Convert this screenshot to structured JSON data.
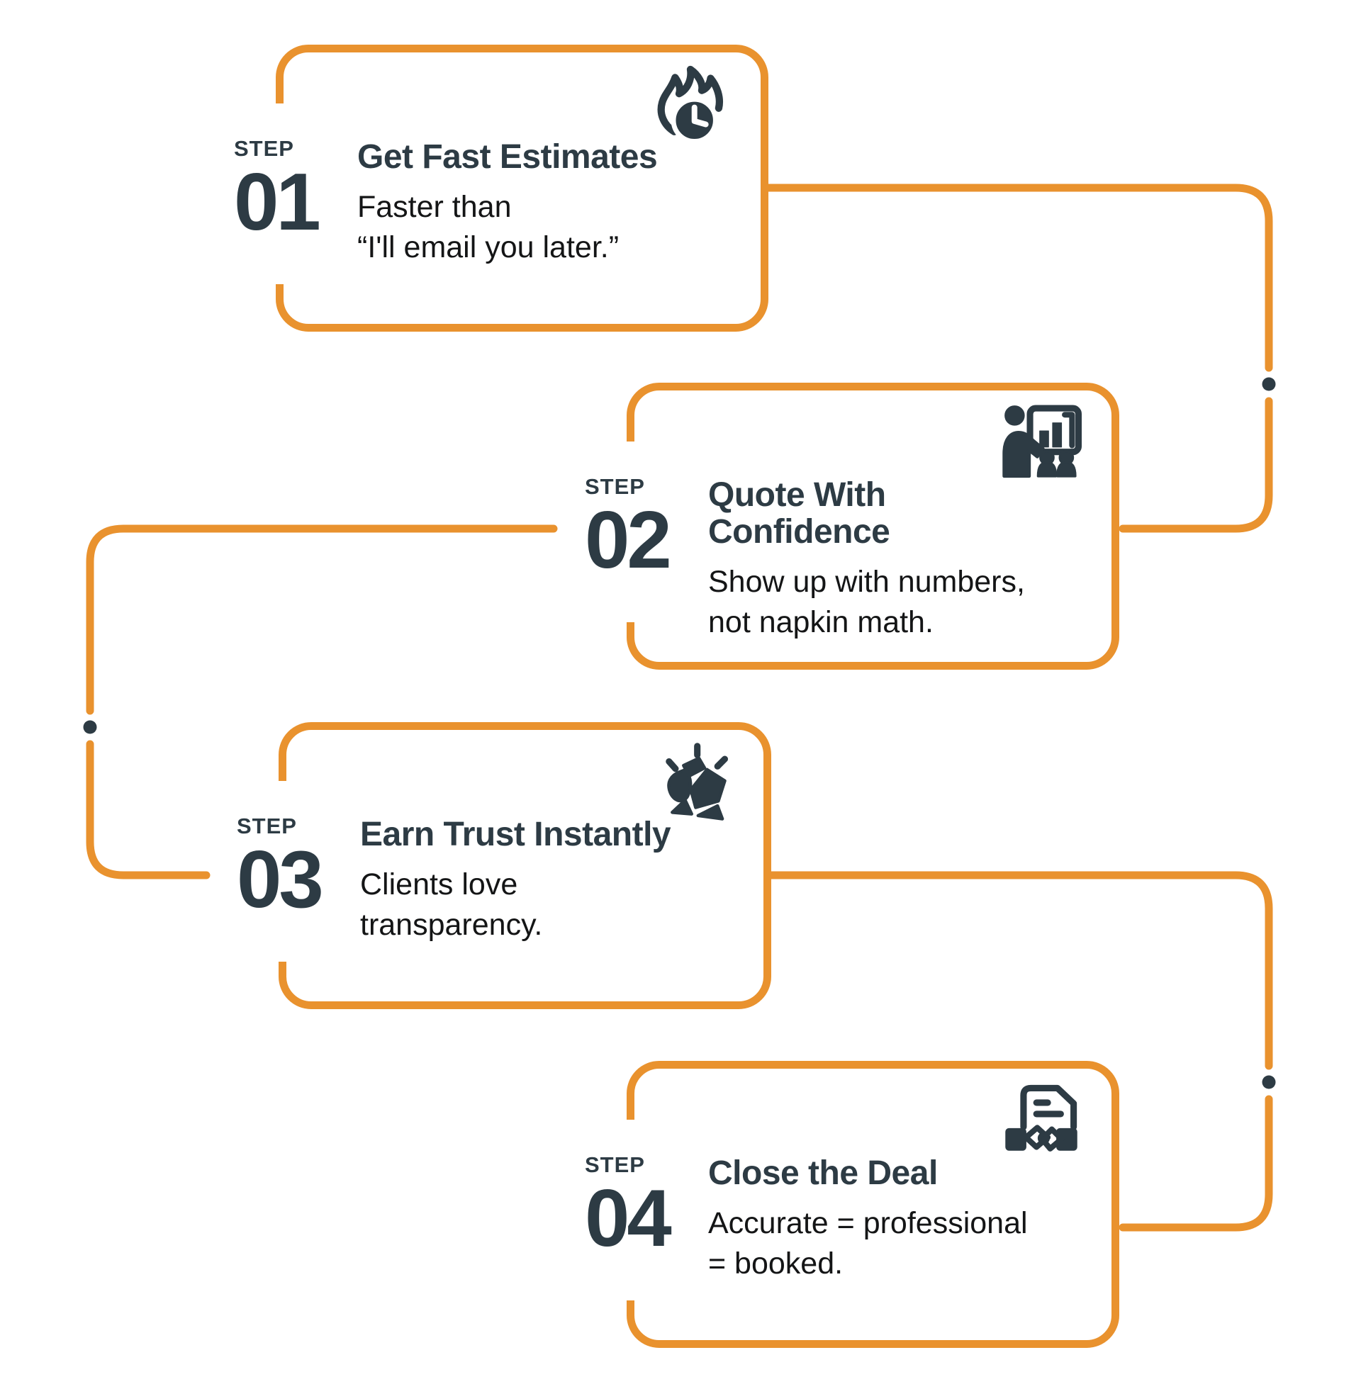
{
  "palette": {
    "accent": "#E9922E",
    "ink": "#2D3B44",
    "body_ink": "#141516",
    "background": "#FFFFFF"
  },
  "steps": [
    {
      "label": "STEP",
      "number": "01",
      "title": "Get Fast Estimates",
      "lines": [
        "Faster than",
        "“I'll email you later.”"
      ],
      "icon": "flame-clock-icon"
    },
    {
      "label": "STEP",
      "number": "02",
      "title": "Quote With Confidence",
      "lines": [
        "Show up with numbers,",
        "not napkin math."
      ],
      "icon": "presentation-chart-icon"
    },
    {
      "label": "STEP",
      "number": "03",
      "title": "Earn Trust Instantly",
      "lines": [
        "Clients love",
        "transparency."
      ],
      "icon": "shining-gem-icon"
    },
    {
      "label": "STEP",
      "number": "04",
      "title": "Close the Deal",
      "lines": [
        "Accurate = professional",
        "= booked."
      ],
      "icon": "contract-handshake-icon"
    }
  ]
}
